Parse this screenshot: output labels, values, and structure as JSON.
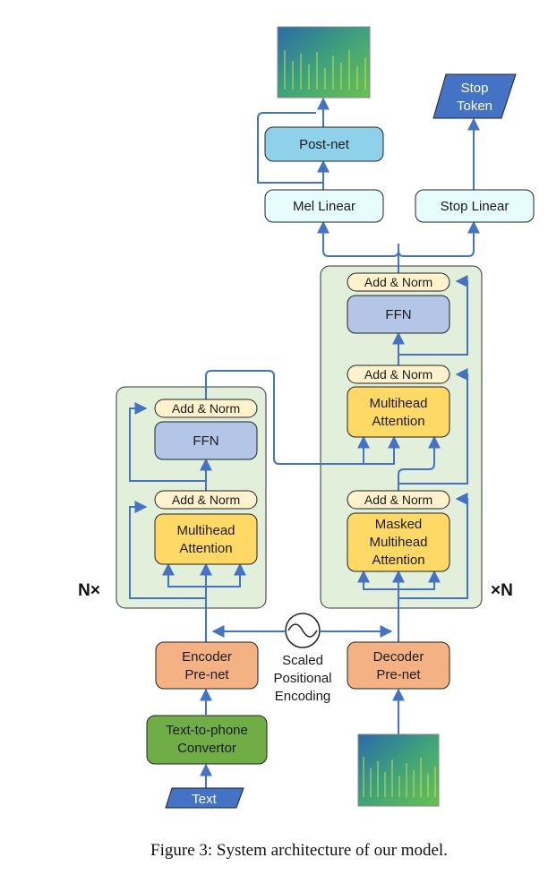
{
  "diagram": {
    "blocks": {
      "text_input": "Text",
      "text_to_phone": [
        "Text-to-phone",
        "Convertor"
      ],
      "encoder_prenet": [
        "Encoder",
        "Pre-net"
      ],
      "decoder_prenet": [
        "Decoder",
        "Pre-net"
      ],
      "positional_encoding": [
        "Scaled",
        "Positional",
        "Encoding"
      ],
      "enc_add_norm_1": "Add & Norm",
      "enc_multihead": [
        "Multihead",
        "Attention"
      ],
      "enc_add_norm_2": "Add & Norm",
      "enc_ffn": "FFN",
      "dec_add_norm_1": "Add & Norm",
      "dec_masked_multihead": [
        "Masked",
        "Multihead",
        "Attention"
      ],
      "dec_add_norm_2": "Add & Norm",
      "dec_multihead": [
        "Multihead",
        "Attention"
      ],
      "dec_add_norm_3": "Add & Norm",
      "dec_ffn": "FFN",
      "mel_linear": "Mel Linear",
      "stop_linear": "Stop Linear",
      "post_net": "Post-net",
      "stop_token": [
        "Stop",
        "Token"
      ]
    },
    "encoder_repeat": "N×",
    "decoder_repeat": "×N",
    "colors": {
      "arrow": "#4472c4",
      "stack_fill": "#e2efda",
      "add_norm_fill": "#fff2cc",
      "attention_fill": "#ffd966",
      "ffn_fill": "#b4c6e7",
      "prenet_fill": "#f4b183",
      "converter_fill": "#70ad47",
      "linear_fill": "#e7fcfc",
      "postnet_fill": "#8fd1ea",
      "io_fill": "#4472c4"
    }
  },
  "caption": "Figure 3: System architecture of our model."
}
